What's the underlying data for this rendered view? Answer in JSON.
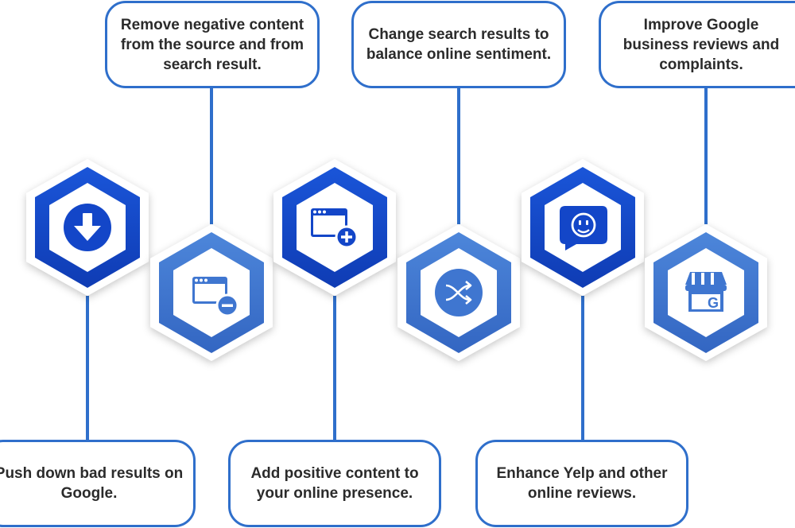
{
  "colors": {
    "dark_blue": "#1346c8",
    "mid_blue": "#3f76d0",
    "line_blue": "#2f6fcb",
    "text": "#2b2b2b"
  },
  "steps": [
    {
      "text": "Push down bad results on Google.",
      "icon": "download-arrow-icon"
    },
    {
      "text": "Remove negative content from the source and from search result.",
      "icon": "browser-minus-icon"
    },
    {
      "text": "Add positive content to your online presence.",
      "icon": "browser-plus-icon"
    },
    {
      "text": "Change search results to balance online sentiment.",
      "icon": "shuffle-icon"
    },
    {
      "text": "Enhance Yelp and other online reviews.",
      "icon": "smiley-chat-icon"
    },
    {
      "text": "Improve Google business reviews and complaints.",
      "icon": "google-store-icon"
    }
  ]
}
